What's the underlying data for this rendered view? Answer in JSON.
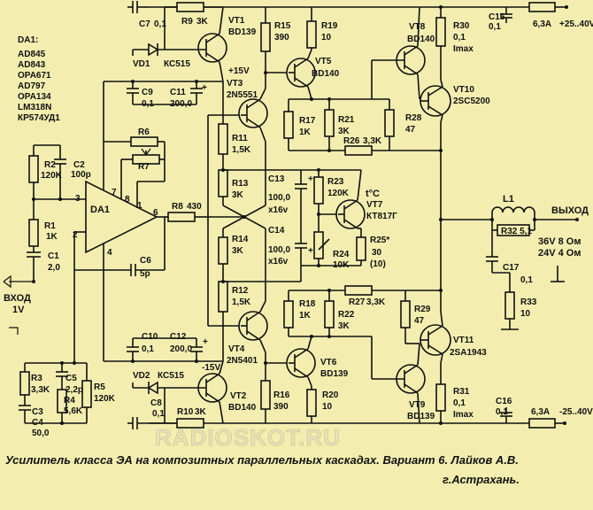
{
  "watermark": "RADIOSKOT.RU",
  "caption": {
    "line1": "Усилитель класса ЭА  на композитных параллельных каскадах.  Вариант 6.  Лайков А.В.",
    "line2": "г.Астрахань."
  },
  "opamp_list": [
    "DA1:",
    "AD845",
    "AD843",
    "OPA671",
    "AD797",
    "OPA134",
    "LM318N",
    "КР574УД1"
  ],
  "opamp": {
    "name": "DA1",
    "pins": [
      "2",
      "3",
      "4",
      "6",
      "7",
      "8",
      "1"
    ]
  },
  "rails": {
    "pos": "+15V",
    "neg": "-15V"
  },
  "supply": {
    "top": {
      "fuse": "6,3A",
      "voltage": "+25..40V",
      "cap_name": "C15",
      "cap_val": "0,1"
    },
    "bottom": {
      "fuse": "6,3A",
      "voltage": "-25..40V",
      "cap_name": "C16",
      "cap_val": "0,1"
    }
  },
  "input": {
    "label": "ВХОД",
    "level": "1V"
  },
  "output": {
    "label": "ВЫХОД",
    "load1": "36V  8 Ом",
    "load2": "24V  4 Ом",
    "inductor": "L1",
    "r32": "R32 5,1"
  },
  "thermal": "t°C",
  "transistors": [
    {
      "name": "VT1",
      "type": "BD139"
    },
    {
      "name": "VT2",
      "type": "BD140"
    },
    {
      "name": "VT3",
      "type": "2N5551"
    },
    {
      "name": "VT4",
      "type": "2N5401"
    },
    {
      "name": "VT5",
      "type": "BD140"
    },
    {
      "name": "VT6",
      "type": "BD139"
    },
    {
      "name": "VT7",
      "type": "КТ817Г"
    },
    {
      "name": "VT8",
      "type": "BD140"
    },
    {
      "name": "VT9",
      "type": "BD139"
    },
    {
      "name": "VT10",
      "type": "2SC5200"
    },
    {
      "name": "VT11",
      "type": "2SA1943"
    }
  ],
  "diodes": [
    {
      "name": "VD1",
      "type": "КС515"
    },
    {
      "name": "VD2",
      "type": "КС515"
    }
  ],
  "resistors": [
    {
      "name": "R1",
      "val": "1K"
    },
    {
      "name": "R2",
      "val": "120K"
    },
    {
      "name": "R3",
      "val": "3,3K"
    },
    {
      "name": "R4",
      "val": "5,6K"
    },
    {
      "name": "R5",
      "val": "120K"
    },
    {
      "name": "R6",
      "val": ""
    },
    {
      "name": "R7",
      "val": ""
    },
    {
      "name": "R8",
      "val": "430"
    },
    {
      "name": "R9",
      "val": "3K"
    },
    {
      "name": "R10",
      "val": "3K"
    },
    {
      "name": "R11",
      "val": "1,5K"
    },
    {
      "name": "R12",
      "val": "1,5K"
    },
    {
      "name": "R13",
      "val": "3K"
    },
    {
      "name": "R14",
      "val": "3K"
    },
    {
      "name": "R15",
      "val": "390"
    },
    {
      "name": "R16",
      "val": "390"
    },
    {
      "name": "R17",
      "val": "1K"
    },
    {
      "name": "R18",
      "val": "1K"
    },
    {
      "name": "R19",
      "val": "10"
    },
    {
      "name": "R20",
      "val": "10"
    },
    {
      "name": "R21",
      "val": "3K"
    },
    {
      "name": "R22",
      "val": "3K"
    },
    {
      "name": "R23",
      "val": "120K"
    },
    {
      "name": "R24",
      "val": "10K"
    },
    {
      "name": "R25*",
      "val": "30",
      "val2": "(10)"
    },
    {
      "name": "R26",
      "val": "3,3K"
    },
    {
      "name": "R27",
      "val": "3,3K"
    },
    {
      "name": "R28",
      "val": "47"
    },
    {
      "name": "R29",
      "val": "47"
    },
    {
      "name": "R30",
      "val": "0,1",
      "val2": "Imax"
    },
    {
      "name": "R31",
      "val": "0,1",
      "val2": "Imax"
    },
    {
      "name": "R33",
      "val": "10"
    }
  ],
  "capacitors": [
    {
      "name": "C1",
      "val": "2,0"
    },
    {
      "name": "C2",
      "val": "100p"
    },
    {
      "name": "C3",
      "val": ""
    },
    {
      "name": "C4",
      "val": "50,0"
    },
    {
      "name": "C5",
      "val": "2,2p"
    },
    {
      "name": "C6",
      "val": "5p"
    },
    {
      "name": "C7",
      "val": "0,1"
    },
    {
      "name": "C8",
      "val": "0,1"
    },
    {
      "name": "C9",
      "val": "0,1"
    },
    {
      "name": "C10",
      "val": "0,1"
    },
    {
      "name": "C11",
      "val": "200,0"
    },
    {
      "name": "C12",
      "val": "200,0"
    },
    {
      "name": "C13",
      "val": "100,0",
      "val2": "x16v"
    },
    {
      "name": "C14",
      "val": "100,0",
      "val2": "x16v"
    },
    {
      "name": "C17",
      "val": "0,1"
    }
  ]
}
